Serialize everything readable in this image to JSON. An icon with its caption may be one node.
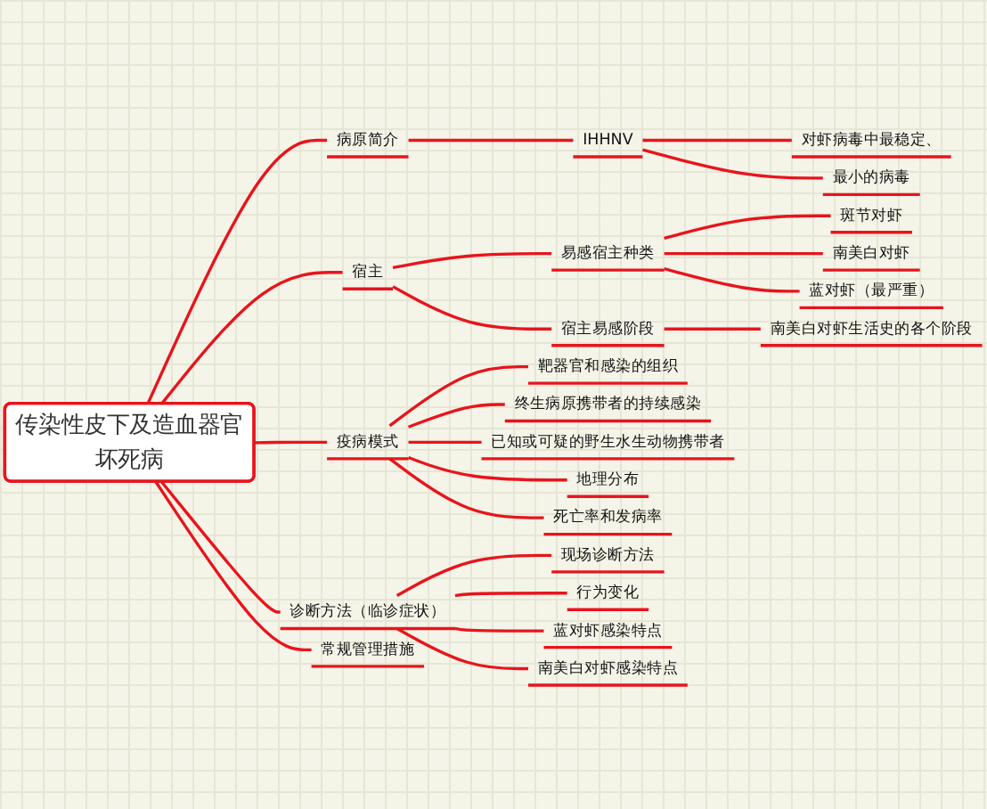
{
  "diagram": {
    "nodes": [
      {
        "text": [
          "传染性皮下及造血器官坏死病"
        ]
      },
      {
        "text": [
          "病原简介"
        ]
      },
      {
        "text": [
          "IHHNV"
        ]
      },
      {
        "text": [
          "对虾病毒中最稳定、"
        ]
      },
      {
        "text": [
          "最小的病毒"
        ]
      },
      {
        "text": [
          "宿主"
        ]
      },
      {
        "text": [
          "易感宿主种类"
        ]
      },
      {
        "text": [
          "斑节对虾"
        ]
      },
      {
        "text": [
          "南美白对虾"
        ]
      },
      {
        "text": [
          "蓝对虾（最严重）"
        ]
      },
      {
        "text": [
          "宿主易感阶段"
        ]
      },
      {
        "text": [
          "南美白对虾生活史的各个阶段"
        ]
      },
      {
        "text": [
          "疫病模式"
        ]
      },
      {
        "text": [
          "靶器官和感染的组织"
        ]
      },
      {
        "text": [
          "终生病原携带者的持续感染"
        ]
      },
      {
        "text": [
          "已知或可疑的野生水生动物携带者"
        ]
      },
      {
        "text": [
          "地理分布"
        ]
      },
      {
        "text": [
          "死亡率和发病率"
        ]
      },
      {
        "text": [
          "诊断方法（临诊症状）"
        ]
      },
      {
        "text": [
          "现场诊断方法"
        ]
      },
      {
        "text": [
          "行为变化"
        ]
      },
      {
        "text": [
          "蓝对虾感染特点"
        ]
      },
      {
        "text": [
          "南美白对虾感染特点"
        ]
      },
      {
        "text": [
          "常规管理措施"
        ]
      }
    ],
    "edges": [
      {
        "from": 0,
        "to": 1,
        "arrow": "none"
      },
      {
        "from": 1,
        "to": 2,
        "arrow": "none"
      },
      {
        "from": 2,
        "to": 3,
        "arrow": "none"
      },
      {
        "from": 2,
        "to": 4,
        "arrow": "none"
      },
      {
        "from": 0,
        "to": 5,
        "arrow": "none"
      },
      {
        "from": 5,
        "to": 6,
        "arrow": "none"
      },
      {
        "from": 6,
        "to": 7,
        "arrow": "none"
      },
      {
        "from": 6,
        "to": 8,
        "arrow": "none"
      },
      {
        "from": 6,
        "to": 9,
        "arrow": "none"
      },
      {
        "from": 5,
        "to": 10,
        "arrow": "none"
      },
      {
        "from": 10,
        "to": 11,
        "arrow": "none"
      },
      {
        "from": 0,
        "to": 12,
        "arrow": "none"
      },
      {
        "from": 12,
        "to": 13,
        "arrow": "none"
      },
      {
        "from": 12,
        "to": 14,
        "arrow": "none"
      },
      {
        "from": 12,
        "to": 15,
        "arrow": "none"
      },
      {
        "from": 12,
        "to": 16,
        "arrow": "none"
      },
      {
        "from": 12,
        "to": 17,
        "arrow": "none"
      },
      {
        "from": 0,
        "to": 18,
        "arrow": "none"
      },
      {
        "from": 18,
        "to": 19,
        "arrow": "none"
      },
      {
        "from": 18,
        "to": 20,
        "arrow": "none"
      },
      {
        "from": 18,
        "to": 21,
        "arrow": "none"
      },
      {
        "from": 18,
        "to": 22,
        "arrow": "none"
      },
      {
        "from": 0,
        "to": 23,
        "arrow": "none"
      }
    ]
  }
}
